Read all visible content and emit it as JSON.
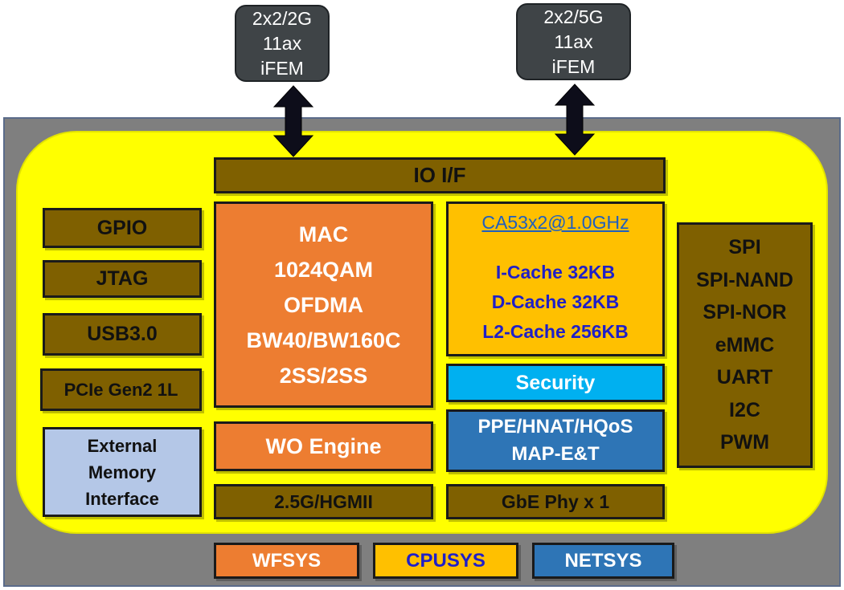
{
  "frontends": [
    {
      "lines": [
        "2x2/2G",
        "11ax",
        "iFEM"
      ]
    },
    {
      "lines": [
        "2x2/5G",
        "11ax",
        "iFEM"
      ]
    }
  ],
  "io_if": "IO I/F",
  "left_blocks": {
    "gpio": "GPIO",
    "jtag": "JTAG",
    "usb": "USB3.0",
    "pcie": "PCIe Gen2 1L",
    "ext_mem": [
      "External",
      "Memory",
      "Interface"
    ]
  },
  "wfsys": {
    "mac_lines": [
      "MAC",
      "1024QAM",
      "OFDMA",
      "BW40/BW160C",
      "2SS/2SS"
    ],
    "wo_engine": "WO Engine",
    "hgmii": "2.5G/HGMII"
  },
  "cpusys": {
    "core": "CA53x2@1.0GHz",
    "caches": [
      "I-Cache 32KB",
      "D-Cache 32KB",
      "L2-Cache 256KB"
    ]
  },
  "security": "Security",
  "netsys": {
    "lines": [
      "PPE/HNAT/HQoS",
      "MAP-E&T"
    ],
    "gbe": "GbE Phy x 1"
  },
  "right_block": [
    "SPI",
    "SPI-NAND",
    "SPI-NOR",
    "eMMC",
    "UART",
    "I2C",
    "PWM"
  ],
  "legend": [
    {
      "label": "WFSYS",
      "color": "#ed7d31",
      "text_color": "#ffffff"
    },
    {
      "label": "CPUSYS",
      "color": "#ffc000",
      "text_color": "#1f1fc8"
    },
    {
      "label": "NETSYS",
      "color": "#2e75b6",
      "text_color": "#ffffff"
    }
  ],
  "colors": {
    "board": "#7f7f7f",
    "soc": "#ffff00",
    "peripheral": "#7f6000",
    "fem": "#3f4447",
    "wfsys": "#ed7d31",
    "cpusys": "#ffc000",
    "security": "#00b0f0",
    "netsys": "#2e75b6",
    "memory": "#b4c7e7",
    "cpu_text": "#1f1fc8"
  }
}
